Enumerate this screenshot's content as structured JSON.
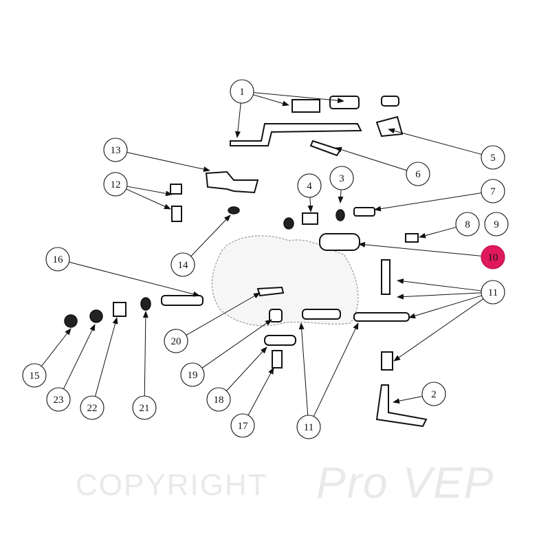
{
  "watermark": {
    "left": "COPYRIGHT",
    "right": "Pro VEP"
  },
  "highlight_color": "#e0195c",
  "callouts": [
    "1",
    "5",
    "6",
    "13",
    "12",
    "4",
    "3",
    "7",
    "8",
    "9",
    "10",
    "16",
    "14",
    "11",
    "20",
    "15",
    "23",
    "22",
    "21",
    "19",
    "18",
    "17",
    "11",
    "2"
  ],
  "highlighted_callout": "10"
}
